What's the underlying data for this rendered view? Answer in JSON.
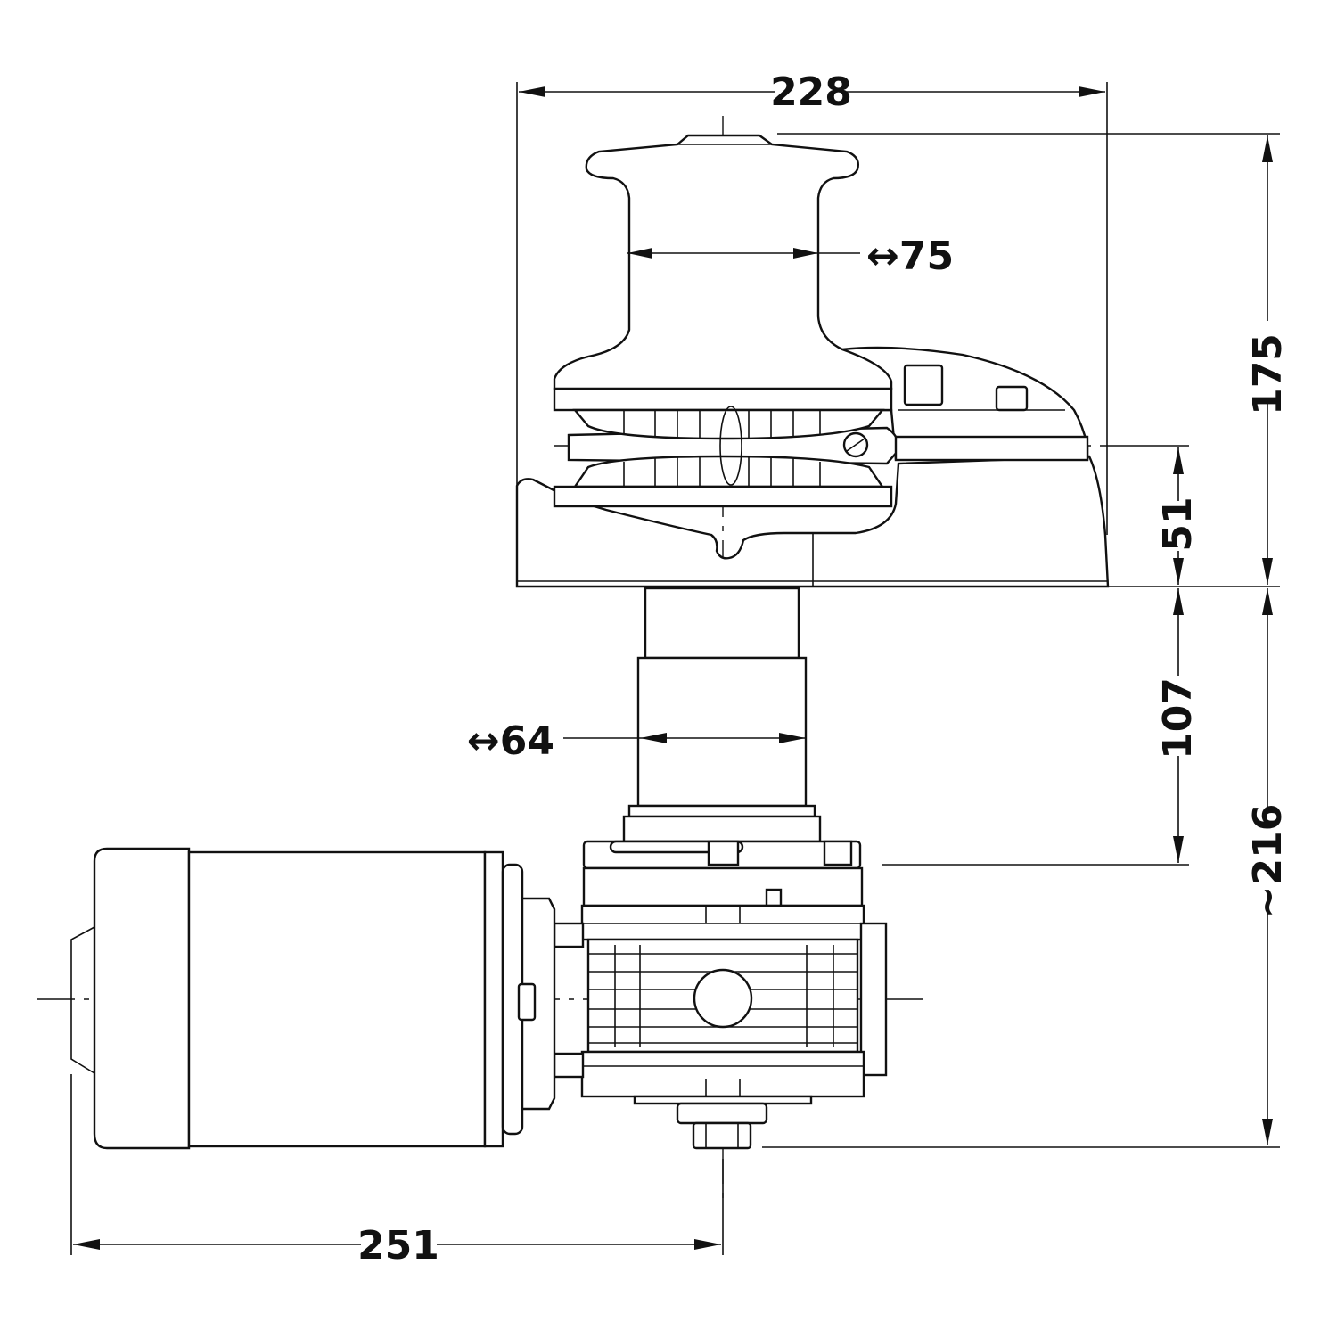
{
  "dimensions": {
    "overall_width": "228",
    "gypsy_diameter": "↔75",
    "height_above_deck": "175",
    "chain_line_height": "51",
    "shaft_length": "107",
    "shaft_diameter": "↔64",
    "height_below_deck": "~216",
    "motor_length": "251"
  },
  "colors": {
    "line": "#111111",
    "background": "#ffffff"
  }
}
